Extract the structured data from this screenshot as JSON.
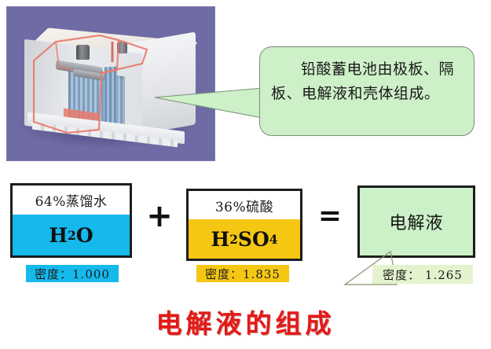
{
  "photo": {
    "alt_name": "lead-acid-battery-cutaway-photo",
    "background_color": "#6f6ba4",
    "case_color": "#e4e7ea",
    "plate_color": "#7d9ec0",
    "cutaway_outline_color": "#e8796a"
  },
  "callout": {
    "text": "铅酸蓄电池由极板、隔板、电解液和壳体组成。",
    "background_color": "#cdf0c8",
    "border_color": "#7a8f77"
  },
  "formula": {
    "water": {
      "caption": "64%蒸馏水",
      "formula": "H",
      "formula_sub": "2",
      "formula_tail": "O",
      "density_label": "密度：1.000",
      "fill_color": "#15b9ec"
    },
    "acid": {
      "caption": "36%硫酸",
      "formula": "H",
      "formula_sub": "2",
      "formula_mid": "SO",
      "formula_sub2": "4",
      "density_label": "密度：1.835",
      "fill_color": "#f6c712"
    },
    "electrolyte": {
      "caption": "电解液",
      "density_label": "密度： 1.265",
      "fill_color": "#ccf0c8",
      "density_bg_color": "#e4f3cd"
    },
    "operator_plus": "+",
    "operator_equals": "="
  },
  "title": {
    "text": "电解液的组成",
    "color": "#e31a17"
  }
}
